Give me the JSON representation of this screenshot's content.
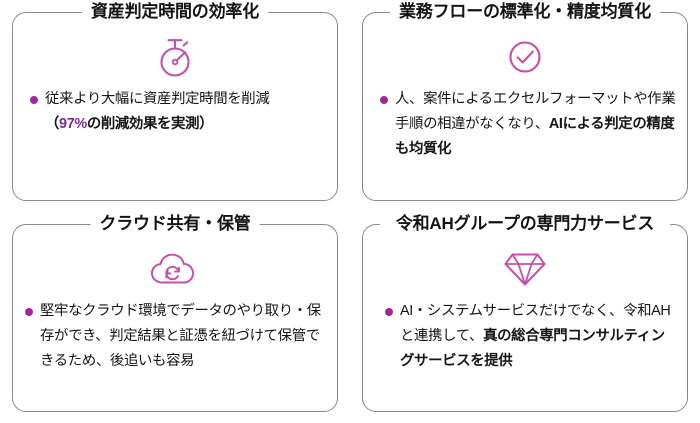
{
  "accent_colors": {
    "icon_magenta": "#C44FA8",
    "bullet_purple": "#A0289C",
    "accent_text_purple": "#7B2D8E",
    "border_gray": "#8a8a8a",
    "body_text": "#161616"
  },
  "cards": [
    {
      "id": "efficiency",
      "title": "資産判定時間の効率化",
      "icon": "stopwatch-icon",
      "lines": [
        {
          "text": "従来より大幅に資産判定時間を削減",
          "bold": false
        },
        {
          "text": "（",
          "bold": true
        },
        {
          "text": "97%",
          "bold": true,
          "accent": true
        },
        {
          "text": "の削減効果を実測）",
          "bold": true
        }
      ],
      "plain_text": "従来より大幅に資産判定時間を削減（97%の削減効果を実測）"
    },
    {
      "id": "standardization",
      "title": "業務フローの標準化・精度均質化",
      "icon": "check-circle-icon",
      "lines": [
        {
          "text": "人、案件によるエクセルフォーマットや作業手順の相違がなくなり、",
          "bold": false
        },
        {
          "text": "AIによる判定の精度も均質化",
          "bold": true
        }
      ],
      "plain_text": "人、案件によるエクセルフォーマットや作業手順の相違がなくなり、AIによる判定の精度も均質化"
    },
    {
      "id": "cloud",
      "title": "クラウド共有・保管",
      "icon": "cloud-sync-icon",
      "lines": [
        {
          "text": "堅牢なクラウド環境でデータのやり取り・保存ができ、判定結果と証憑を紐づけて保管できるため、後追いも容易",
          "bold": false
        }
      ],
      "plain_text": "堅牢なクラウド環境でデータのやり取り・保存ができ、判定結果と証憑を紐づけて保管できるため、後追いも容易"
    },
    {
      "id": "expertise",
      "title": "令和AHグループの専門力サービス",
      "icon": "diamond-icon",
      "lines": [
        {
          "text": "AI・システムサービスだけでなく、令和AHと連携して、",
          "bold": false
        },
        {
          "text": "真の総合専門コンサルティングサービスを提供",
          "bold": true
        }
      ],
      "plain_text": "AI・システムサービスだけでなく、令和AHと連携して、真の総合専門コンサルティングサービスを提供"
    }
  ]
}
